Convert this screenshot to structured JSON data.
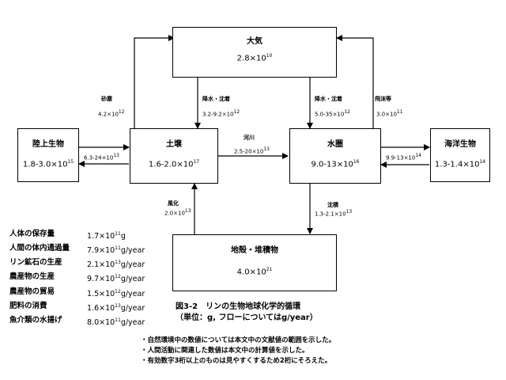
{
  "boxes": {
    "atmosphere": {
      "title": "大気",
      "mantissa": "2.8×10",
      "exp": "10"
    },
    "land_biota": {
      "title": "陸上生物",
      "mantissa": "1.8-3.0×10",
      "exp": "15"
    },
    "soil": {
      "title": "土壌",
      "mantissa": "1.6-2.0×10",
      "exp": "17"
    },
    "hydrosphere": {
      "title": "水圏",
      "mantissa": "9.0-13×10",
      "exp": "16"
    },
    "marine_biota": {
      "title": "海洋生物",
      "mantissa": "1.3-1.4×10",
      "exp": "14"
    },
    "crust": {
      "title": "地殻・堆積物",
      "mantissa": "4.0×10",
      "exp": "21"
    }
  },
  "flows": {
    "dust": {
      "name": "砂塵",
      "mantissa": "4.2×10",
      "exp": "12"
    },
    "precip_land": {
      "name": "降水・沈着",
      "mantissa": "3.2-9.2×10",
      "exp": "12"
    },
    "precip_water": {
      "name": "降水・沈着",
      "mantissa": "5.0-35×10",
      "exp": "12"
    },
    "sea_spray": {
      "name": "飛沫等",
      "mantissa": "3.0×10",
      "exp": "11"
    },
    "land_exchange": {
      "mantissa": "6.3-24×10",
      "exp": "13"
    },
    "river": {
      "name": "河川",
      "mantissa": "2.5-20×10",
      "exp": "13"
    },
    "marine_exchange": {
      "mantissa": "9.9-13×10",
      "exp": "14"
    },
    "weathering": {
      "name": "風化",
      "mantissa": "2.0×10",
      "exp": "13"
    },
    "sedimentation": {
      "name": "沈積",
      "mantissa": "1.3-2.1×10",
      "exp": "13"
    }
  },
  "table": [
    {
      "label": "人体の保存量",
      "mantissa": "1.7×10",
      "exp": "11",
      "unit": "g"
    },
    {
      "label": "人間の体内通過量",
      "mantissa": "7.9×10",
      "exp": "11",
      "unit": "g/year"
    },
    {
      "label": "リン鉱石の生産",
      "mantissa": "2.1×10",
      "exp": "13",
      "unit": "g/year"
    },
    {
      "label": "農産物の生産",
      "mantissa": "9.7×10",
      "exp": "12",
      "unit": "g/year"
    },
    {
      "label": "農産物の貿易",
      "mantissa": "1.5×10",
      "exp": "12",
      "unit": "g/year"
    },
    {
      "label": "肥料の消費",
      "mantissa": "1.6×10",
      "exp": "13",
      "unit": "g/year"
    },
    {
      "label": "魚介類の水揚げ",
      "mantissa": "8.0×10",
      "exp": "11",
      "unit": "g/year"
    }
  ],
  "caption": {
    "line1": "図3-2　リンの生物地球化学的循環",
    "line2": "（単位：g, フローについてはg/year）"
  },
  "notes": [
    "・自然環境中の数値については本文中の文献値の範囲を示した。",
    "・人間活動に関連した数値は本文中の計算値を示した。",
    "・有効数字3桁以上のものは見やすくするため2桁にそろえた。"
  ]
}
